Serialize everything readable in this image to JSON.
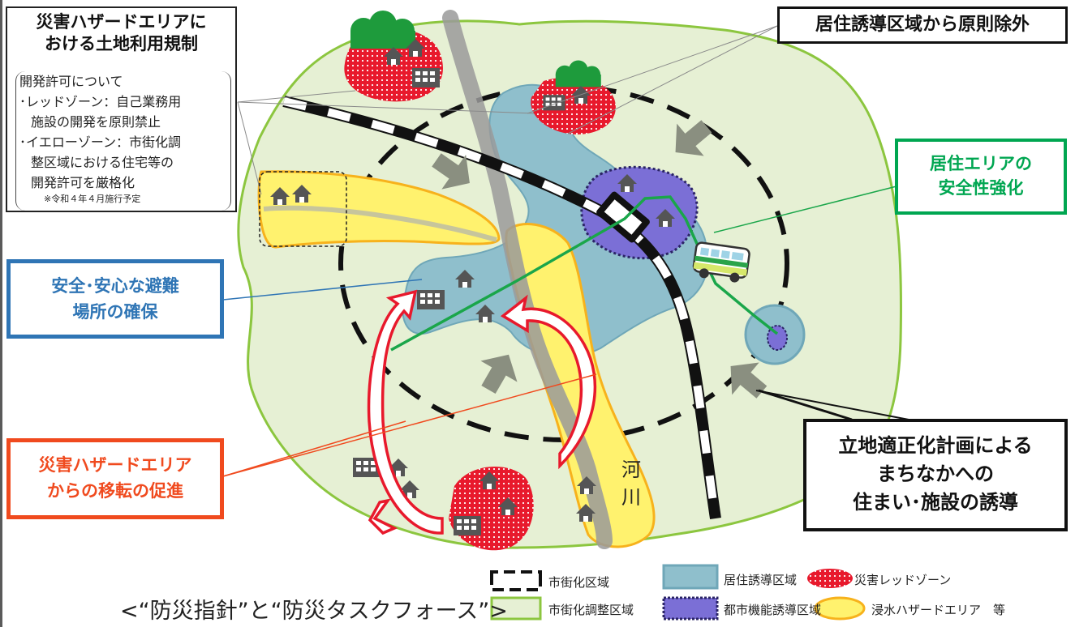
{
  "title_box": {
    "heading_line1": "災害ハザードエリアに",
    "heading_line2": "おける土地利用規制",
    "body_line1": "開発許可について",
    "body_line2": "･レッドゾーン：自己業務用",
    "body_line3": "施設の開発を原則禁止",
    "body_line4": "･イエローゾーン：市街化調",
    "body_line5": "整区域における住宅等の",
    "body_line6": "開発許可を厳格化",
    "note": "※令和４年４月施行予定"
  },
  "callouts": {
    "exclusion": "居住誘導区域から原則除外",
    "safety_line1": "居住エリアの",
    "safety_line2": "安全性強化",
    "evac_line1": "安全･安心な避難",
    "evac_line2": "場所の確保",
    "relocate_line1": "災害ハザードエリア",
    "relocate_line2": "からの移転の促進",
    "plan_line1": "立地適正化計画による",
    "plan_line2": "まちなかへの",
    "plan_line3": "住まい･施設の誘導"
  },
  "river_label_1": "河",
  "river_label_2": "川",
  "caption": "<“防災指針”と“防災タスクフォース”>",
  "legend": {
    "urbanization_area": "市街化区域",
    "residential_induction": "居住誘導区域",
    "red_zone": "災害レッドゾーン",
    "urbanization_control": "市街化調整区域",
    "urban_function_induction": "都市機能誘導区域",
    "flood_hazard": "浸水ハザードエリア　等"
  },
  "colors": {
    "blue_callout": "#2f75b5",
    "green_callout": "#00a651",
    "red_callout": "#f04a1e",
    "light_green": "#e6f0d4",
    "green_border": "#8cc63f",
    "residential_blue": "#8fbfcc",
    "purple": "#7b6fd6",
    "yellow": "#fff26e",
    "red_zone": "#e8192c"
  }
}
